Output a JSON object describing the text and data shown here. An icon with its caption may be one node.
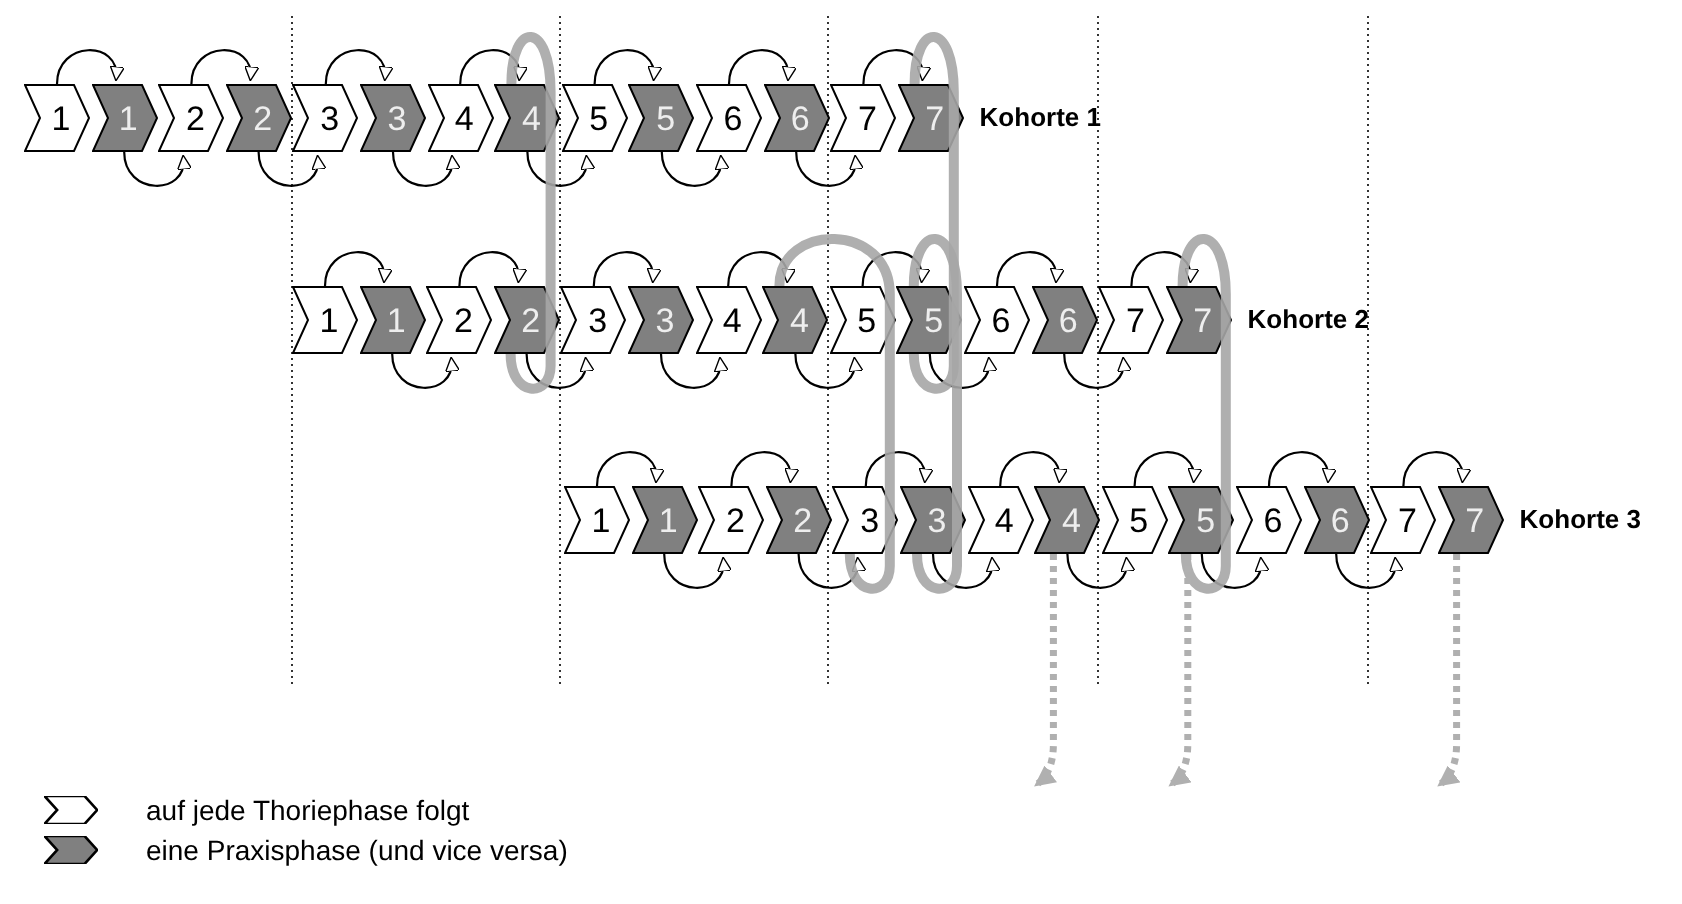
{
  "diagram": {
    "nodes": [
      {
        "text": [
          "1"
        ]
      },
      {
        "text": [
          "1"
        ]
      },
      {
        "text": [
          "2"
        ]
      },
      {
        "text": [
          "2"
        ]
      },
      {
        "text": [
          "3"
        ]
      },
      {
        "text": [
          "3"
        ]
      },
      {
        "text": [
          "4"
        ]
      },
      {
        "text": [
          "4"
        ]
      },
      {
        "text": [
          "5"
        ]
      },
      {
        "text": [
          "5"
        ]
      },
      {
        "text": [
          "6"
        ]
      },
      {
        "text": [
          "6"
        ]
      },
      {
        "text": [
          "7"
        ]
      },
      {
        "text": [
          "7"
        ],
        "beside": [
          "Kohorte 1"
        ]
      },
      {
        "text": [
          "1"
        ]
      },
      {
        "text": [
          "1"
        ]
      },
      {
        "text": [
          "2"
        ]
      },
      {
        "text": [
          "2"
        ]
      },
      {
        "text": [
          "3"
        ]
      },
      {
        "text": [
          "3"
        ]
      },
      {
        "text": [
          "4"
        ]
      },
      {
        "text": [
          "4"
        ]
      },
      {
        "text": [
          "5"
        ]
      },
      {
        "text": [
          "5"
        ]
      },
      {
        "text": [
          "6"
        ]
      },
      {
        "text": [
          "6"
        ]
      },
      {
        "text": [
          "7"
        ]
      },
      {
        "text": [
          "7"
        ],
        "beside": [
          "Kohorte 2"
        ]
      },
      {
        "text": [
          "1"
        ]
      },
      {
        "text": [
          "1"
        ]
      },
      {
        "text": [
          "2"
        ]
      },
      {
        "text": [
          "2"
        ]
      },
      {
        "text": [
          "3"
        ]
      },
      {
        "text": [
          "3"
        ]
      },
      {
        "text": [
          "4"
        ]
      },
      {
        "text": [
          "4"
        ]
      },
      {
        "text": [
          "5"
        ]
      },
      {
        "text": [
          "5"
        ]
      },
      {
        "text": [
          "6"
        ]
      },
      {
        "text": [
          "6"
        ]
      },
      {
        "text": [
          "7"
        ]
      },
      {
        "text": [
          "7"
        ],
        "beside": [
          "Kohorte 3"
        ]
      }
    ],
    "edges": [
      {
        "from": 0,
        "to": 1,
        "arrow": "to"
      },
      {
        "from": 1,
        "to": 2,
        "arrow": "to"
      },
      {
        "from": 2,
        "to": 3,
        "arrow": "to"
      },
      {
        "from": 3,
        "to": 4,
        "arrow": "to"
      },
      {
        "from": 4,
        "to": 5,
        "arrow": "to"
      },
      {
        "from": 5,
        "to": 6,
        "arrow": "to"
      },
      {
        "from": 6,
        "to": 7,
        "arrow": "to"
      },
      {
        "from": 7,
        "to": 8,
        "arrow": "to"
      },
      {
        "from": 8,
        "to": 9,
        "arrow": "to"
      },
      {
        "from": 9,
        "to": 10,
        "arrow": "to"
      },
      {
        "from": 10,
        "to": 11,
        "arrow": "to"
      },
      {
        "from": 11,
        "to": 12,
        "arrow": "to"
      },
      {
        "from": 12,
        "to": 13,
        "arrow": "to"
      },
      {
        "from": 14,
        "to": 15,
        "arrow": "to"
      },
      {
        "from": 15,
        "to": 16,
        "arrow": "to"
      },
      {
        "from": 16,
        "to": 17,
        "arrow": "to"
      },
      {
        "from": 17,
        "to": 18,
        "arrow": "to"
      },
      {
        "from": 18,
        "to": 19,
        "arrow": "to"
      },
      {
        "from": 19,
        "to": 20,
        "arrow": "to"
      },
      {
        "from": 20,
        "to": 21,
        "arrow": "to"
      },
      {
        "from": 21,
        "to": 22,
        "arrow": "to"
      },
      {
        "from": 22,
        "to": 23,
        "arrow": "to"
      },
      {
        "from": 23,
        "to": 24,
        "arrow": "to"
      },
      {
        "from": 24,
        "to": 25,
        "arrow": "to"
      },
      {
        "from": 25,
        "to": 26,
        "arrow": "to"
      },
      {
        "from": 26,
        "to": 27,
        "arrow": "to"
      },
      {
        "from": 28,
        "to": 29,
        "arrow": "to"
      },
      {
        "from": 29,
        "to": 30,
        "arrow": "to"
      },
      {
        "from": 30,
        "to": 31,
        "arrow": "to"
      },
      {
        "from": 31,
        "to": 32,
        "arrow": "to"
      },
      {
        "from": 32,
        "to": 33,
        "arrow": "to"
      },
      {
        "from": 33,
        "to": 34,
        "arrow": "to"
      },
      {
        "from": 34,
        "to": 35,
        "arrow": "to"
      },
      {
        "from": 35,
        "to": 36,
        "arrow": "to"
      },
      {
        "from": 36,
        "to": 37,
        "arrow": "to"
      },
      {
        "from": 37,
        "to": 38,
        "arrow": "to"
      },
      {
        "from": 38,
        "to": 39,
        "arrow": "to"
      },
      {
        "from": 39,
        "to": 40,
        "arrow": "to"
      },
      {
        "from": 40,
        "to": 41,
        "arrow": "to"
      },
      {
        "from": 7,
        "to": 17,
        "arrow": "none",
        "style": "thick",
        "color": "#a6a6a6"
      },
      {
        "from": 13,
        "to": 23,
        "arrow": "none",
        "style": "thick",
        "color": "#a6a6a6"
      },
      {
        "from": 21,
        "to": 32,
        "arrow": "none",
        "style": "thick",
        "color": "#a6a6a6"
      },
      {
        "from": 23,
        "to": 33,
        "arrow": "none",
        "style": "thick",
        "color": "#a6a6a6"
      },
      {
        "from": 27,
        "to": 37,
        "arrow": "none",
        "style": "thick",
        "color": "#a6a6a6"
      },
      {
        "from": 35,
        "to": null,
        "arrow": "to",
        "style": "dashed",
        "color": "#b0b0b0"
      },
      {
        "from": 37,
        "to": null,
        "arrow": "to",
        "style": "dashed",
        "color": "#b0b0b0"
      },
      {
        "from": 41,
        "to": null,
        "arrow": "to",
        "style": "dashed",
        "color": "#b0b0b0"
      }
    ],
    "legend": [
      {
        "text": "auf jede Thoriephase folgt",
        "color": "#ffffff"
      },
      {
        "text": "eine Praxisphase (und vice versa)",
        "color": "#808080"
      }
    ]
  }
}
